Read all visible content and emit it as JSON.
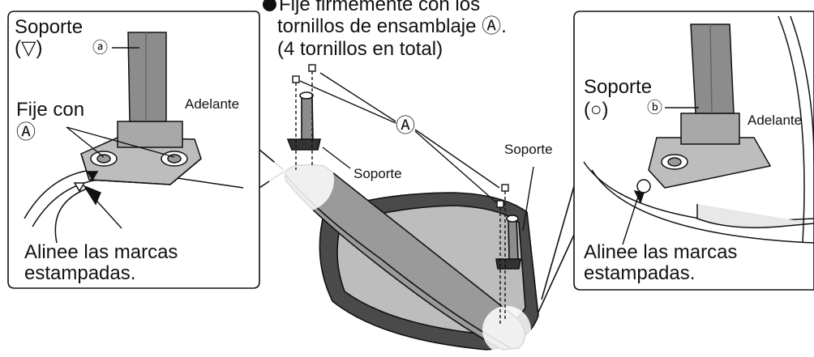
{
  "instructions": {
    "line1": "Fije firmemente con los",
    "line2": "tornillos de ensamblaje Ⓐ.",
    "line3": "(4 tornillos en total)"
  },
  "left_inset": {
    "soporte_label": "Soporte",
    "soporte_mark": "(▽)",
    "callout_a": "ⓐ",
    "front_label": "Adelante",
    "fix_with_label": "Fije con",
    "fix_with_symbol": "Ⓐ",
    "align_line1": "Alinee las marcas",
    "align_line2": "estampadas."
  },
  "right_inset": {
    "soporte_label": "Soporte",
    "soporte_mark": "(○)",
    "callout_b": "ⓑ",
    "front_label": "Adelante",
    "align_line1": "Alinee las marcas",
    "align_line2": "estampadas."
  },
  "center": {
    "screw_callout": "Ⓐ",
    "soporte_left": "Soporte",
    "soporte_right": "Soporte"
  }
}
